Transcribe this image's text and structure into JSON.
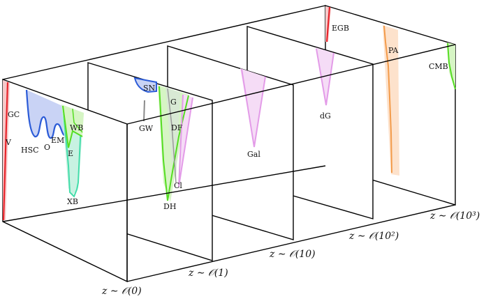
{
  "stage_labels": [
    "z ∼ 𝒪(0)",
    "z ∼ 𝒪(1)",
    "z ∼ 𝒪(10)",
    "z ∼ 𝒪(10²)",
    "z ∼ 𝒪(10³)"
  ],
  "signals": {
    "gc": "GC",
    "v": "V",
    "hsc": "HSC",
    "o": "O",
    "em": "EM",
    "e": "E",
    "wb": "WB",
    "xb": "XB",
    "sn": "SN",
    "gw": "GW",
    "g": "G",
    "df": "DF",
    "dh": "DH",
    "cl": "Cl",
    "gal": "Gal",
    "dg": "dG",
    "egb": "EGB",
    "pa": "PA",
    "cmb": "CMB"
  },
  "colors": {
    "red": "#e8232a",
    "blue": "#2b5bd7",
    "blue_fill": "#c9d3f5",
    "green": "#55dd22",
    "green_fill": "#d6f5c4",
    "teal": "#44ddaa",
    "teal_fill": "#c8f2e2",
    "violet": "#e39be8",
    "violet_fill": "#f5dcf6",
    "orange": "#f39b4a",
    "orange_fill": "#fde2cc",
    "gray": "#8a8a8a"
  }
}
